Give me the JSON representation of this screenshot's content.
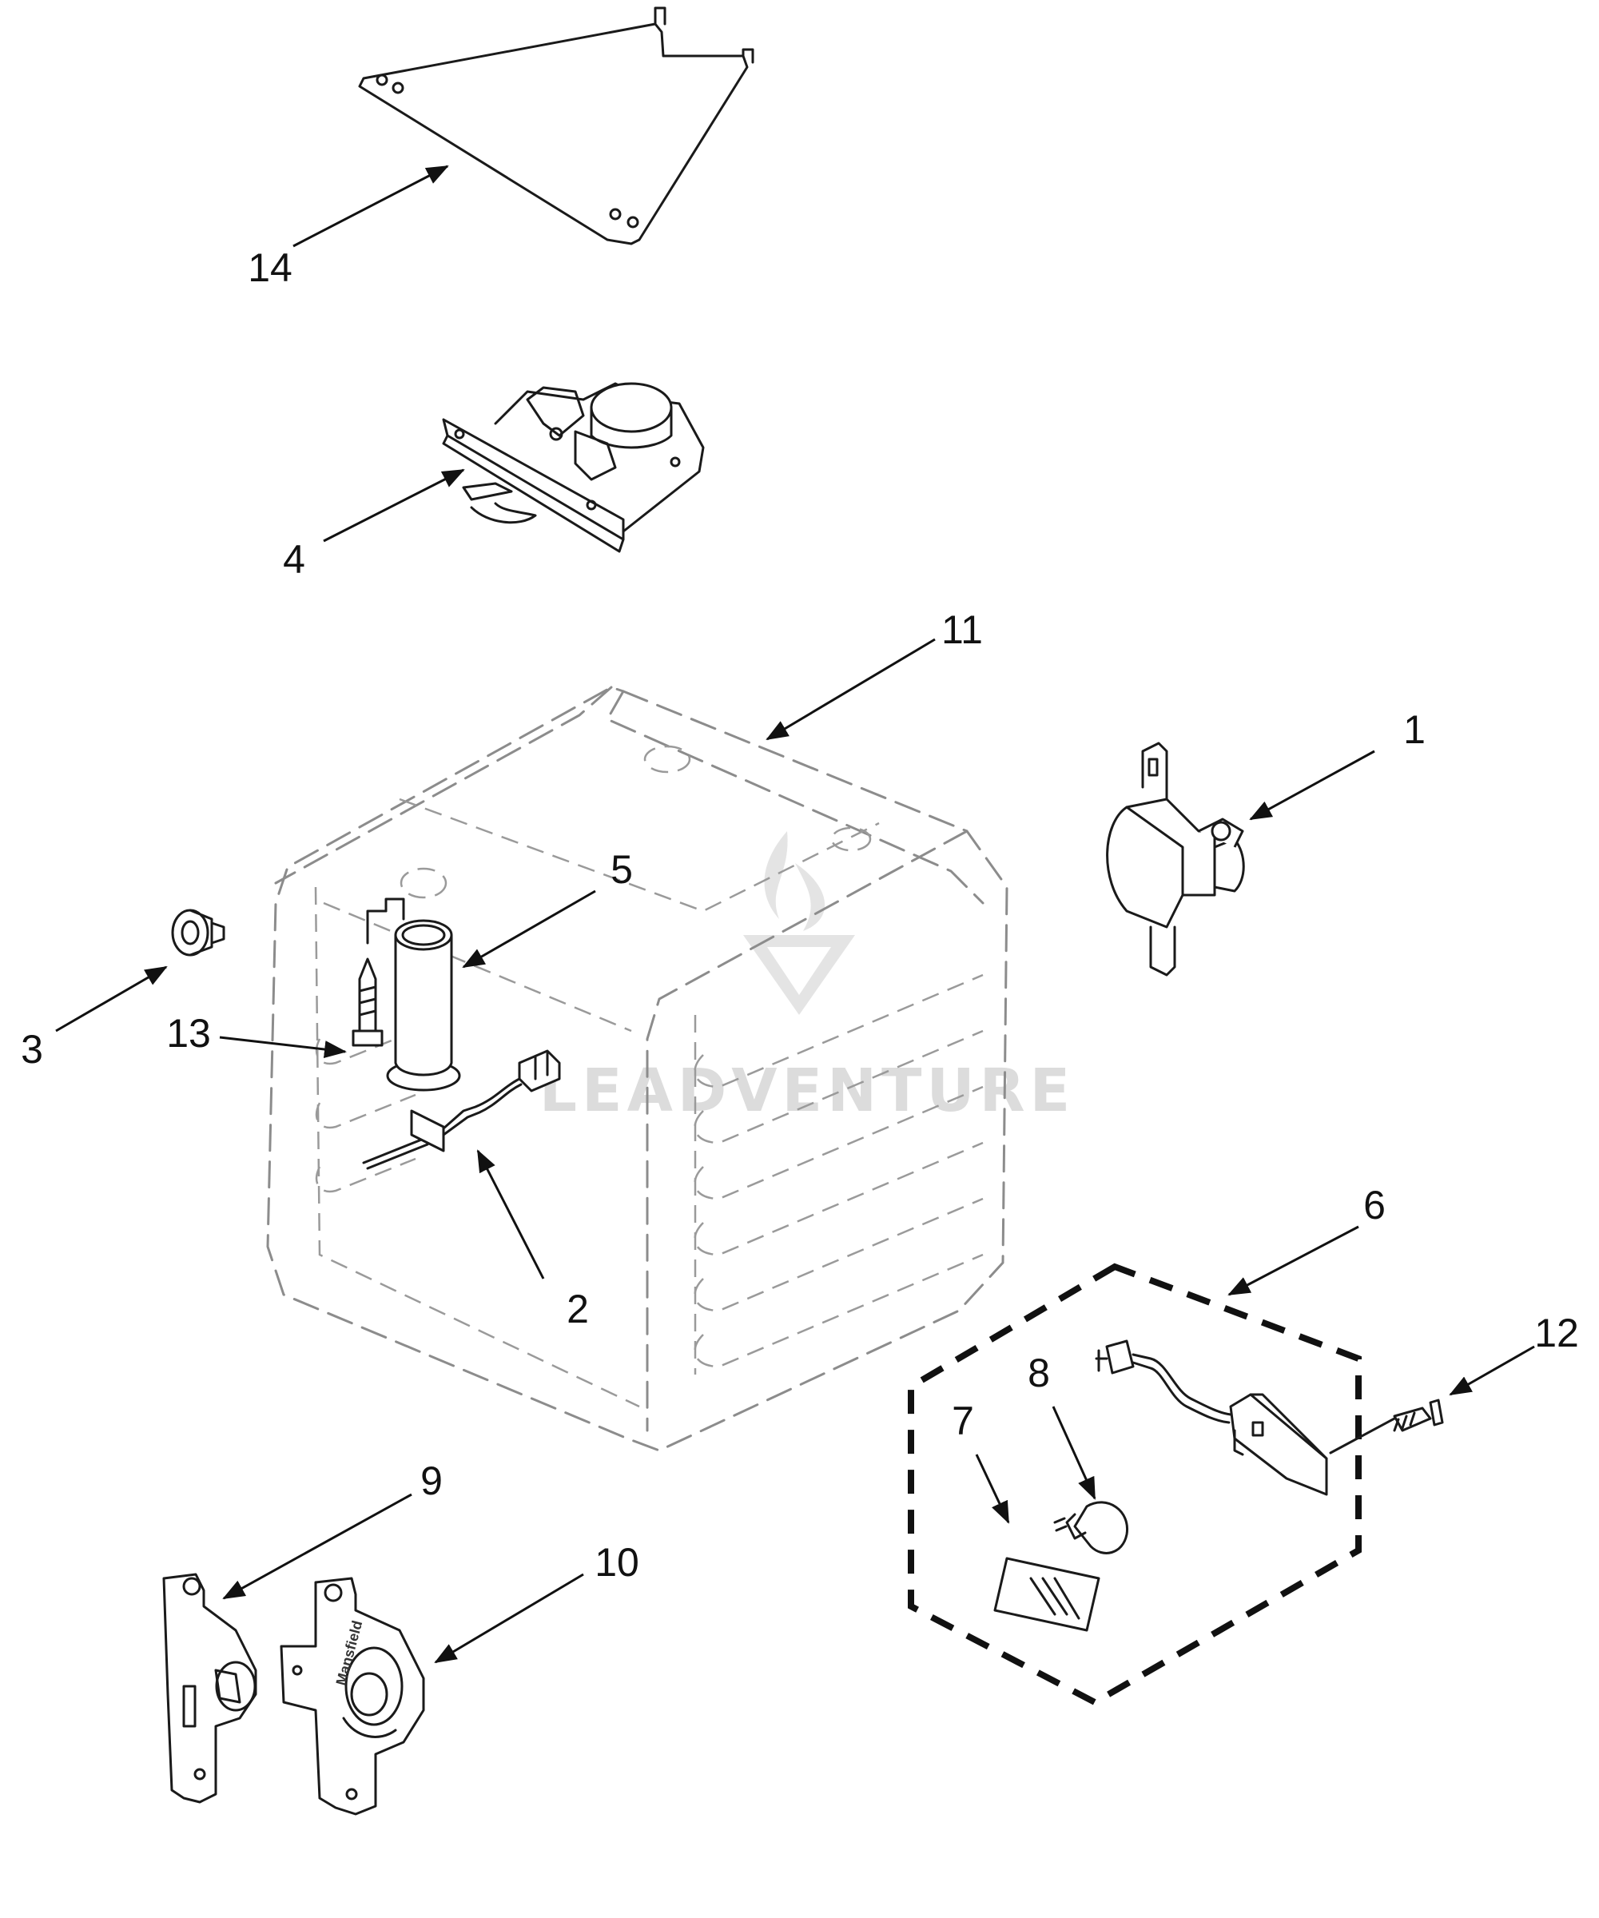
{
  "diagram": {
    "callouts": [
      "14",
      "4",
      "11",
      "1",
      "5",
      "3",
      "13",
      "2",
      "6",
      "12",
      "8",
      "7",
      "9",
      "10"
    ],
    "watermark": "LEADVENTURE",
    "hinge_mark": "Mansfield"
  }
}
